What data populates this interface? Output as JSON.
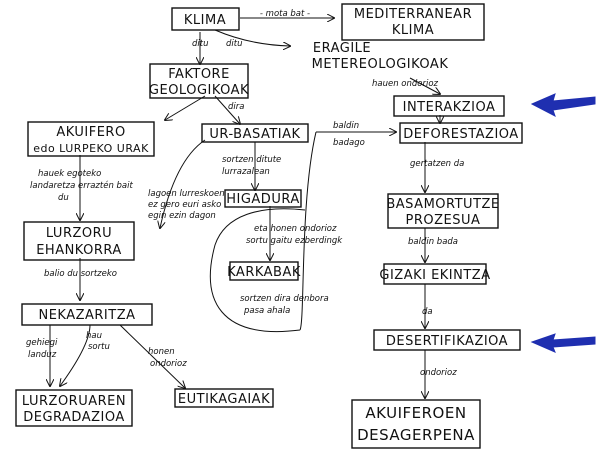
{
  "nodes": {
    "klima": "KLIMA",
    "mediterranear_1": "MEDITERRANEAR",
    "mediterranear_2": "KLIMA",
    "eragile_1": "ERAGILE",
    "eragile_2": "METEREOLOGIKOAK",
    "faktore_1": "FAKTORE",
    "faktore_2": "GEOLOGIKOAK",
    "akuifero_1": "AKUIFERO",
    "akuifero_2": "edo LURPEKO URAK",
    "ur_basatiak": "UR-BASATIAK",
    "interakzioa": "INTERAKZIOA",
    "deforestazioa": "DEFORESTAZIOA",
    "higadura": "HIGADURA",
    "karkabak": "KARKABAK",
    "basamortu_1": "BASAMORTUTZE",
    "basamortu_2": "PROZESUA",
    "lurzoru_1": "LURZORU",
    "lurzoru_2": "EHANKORRA",
    "gizaki": "GIZAKI EKINTZA",
    "nekazaritza": "NEKAZARITZA",
    "desertifikazioa": "DESERTIFIKAZIOA",
    "eutikagaiak": "EUTIKAGAIAK",
    "lurzoru_deg_1": "LURZORUAREN",
    "lurzoru_deg_2": "DEGRADAZIOA",
    "akuiferoen_1": "AKUIFEROEN",
    "akuiferoen_2": "DESAGERPENA"
  },
  "labels": {
    "mota_bat": "- mota bat -",
    "ditu_1": "ditu",
    "ditu_2": "ditu",
    "hauen_ondorioz": "hauen ondorioz",
    "dira": "dira",
    "baldin": "baldin",
    "badago": "badago",
    "hauek_1": "hauek egoteko",
    "hauek_2": "landaretza erraztén bait",
    "hauek_3": "du",
    "sortzen_1": "sortzen ditute",
    "sortzen_2": "lurrazalean",
    "lagoen_1": "lagoen lurreskoen",
    "lagoen_2": "ez gero euri asko",
    "lagoen_3": "egin ezin dagon",
    "gertatzen": "gertatzen da",
    "eta_1": "eta honen ondorioz",
    "eta_2": "sortu gaitu ezberdingk",
    "baldin_bada": "baldin bada",
    "balio": "balio du sortzeko",
    "sortzen_dira_1": "sortzen dira denbora",
    "sortzen_dira_2": "pasa ahala",
    "da": "da",
    "gehiegi_1": "gehiegi",
    "gehiegi_2": "landuz",
    "hau_1": "hau",
    "hau_2": "sortu",
    "honen_1": "honen",
    "honen_2": "ondorioz",
    "ondorioz": "ondorioz"
  },
  "colors": {
    "ink": "#111111",
    "highlight_arrow": "#1f2fb0"
  }
}
